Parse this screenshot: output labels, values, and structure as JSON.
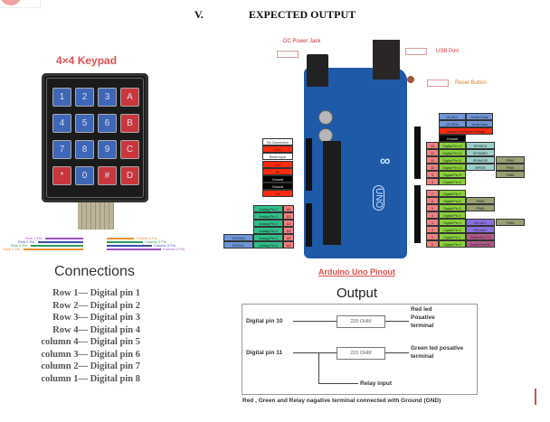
{
  "section": {
    "number": "V.",
    "title": "EXPECTED OUTPUT"
  },
  "keypad": {
    "title": "4×4 Keypad",
    "keys": [
      {
        "label": "1",
        "color": "blue"
      },
      {
        "label": "2",
        "color": "blue"
      },
      {
        "label": "3",
        "color": "blue"
      },
      {
        "label": "A",
        "color": "red"
      },
      {
        "label": "4",
        "color": "blue"
      },
      {
        "label": "5",
        "color": "blue"
      },
      {
        "label": "6",
        "color": "blue"
      },
      {
        "label": "B",
        "color": "red"
      },
      {
        "label": "7",
        "color": "blue"
      },
      {
        "label": "8",
        "color": "blue"
      },
      {
        "label": "9",
        "color": "blue"
      },
      {
        "label": "C",
        "color": "red"
      },
      {
        "label": "*",
        "color": "red"
      },
      {
        "label": "0",
        "color": "blue"
      },
      {
        "label": "#",
        "color": "red"
      },
      {
        "label": "D",
        "color": "red"
      }
    ],
    "wires": [
      {
        "label": "Row 1 Pin",
        "color": "#a050c0",
        "side": "left"
      },
      {
        "label": "Row 2 Pin",
        "color": "#3a4fb0",
        "side": "left"
      },
      {
        "label": "Row 3 Pin",
        "color": "#2aa060",
        "side": "left"
      },
      {
        "label": "Row 4 Pin",
        "color": "#f0902a",
        "side": "left"
      },
      {
        "label": "Column 1 Pin",
        "color": "#f0902a",
        "side": "right"
      },
      {
        "label": "Column 2 Pin",
        "color": "#2aa060",
        "side": "right"
      },
      {
        "label": "Column 3 Pin",
        "color": "#3a4fb0",
        "side": "right"
      },
      {
        "label": "Column 4 Pin",
        "color": "#a050c0",
        "side": "right"
      }
    ]
  },
  "connections": {
    "title": "Connections",
    "items": [
      "Row 1— Digital pin 1",
      "Row 2— Digital pin 2",
      "Row 3— Digital pin 3",
      "Row 4— Digital pin 4",
      "column 4— Digital pin 5",
      "column 3— Digital pin 6",
      "column 2— Digital pin 7",
      "column 1— Digital pin 8"
    ]
  },
  "arduino": {
    "callouts": {
      "dc_jack": "DC Power Jack",
      "usb": "USB Port",
      "reset": "Reset Button"
    },
    "logo": "∞",
    "model": "UNO",
    "caption": "Arduino Uno Pinout",
    "power_pins": [
      {
        "label": "No Connection",
        "color": "#ffffff"
      },
      {
        "label": "3.3V",
        "color": "#ff2a10"
      },
      {
        "label": "Reset Input",
        "color": "#ffffff"
      },
      {
        "label": "3.3V",
        "color": "#ff2a10"
      },
      {
        "label": "5V",
        "color": "#ff2a10"
      },
      {
        "label": "Ground",
        "color": "#000000"
      },
      {
        "label": "Ground",
        "color": "#000000"
      },
      {
        "label": "Vin",
        "color": "#ff2a10"
      }
    ],
    "analog_pins": [
      {
        "name": "Analog Pin 0",
        "pin": "A0",
        "extra": ""
      },
      {
        "name": "Analog Pin 1",
        "pin": "A1",
        "extra": ""
      },
      {
        "name": "Analog Pin 2",
        "pin": "A2",
        "extra": ""
      },
      {
        "name": "Analog Pin 3",
        "pin": "A3",
        "extra": ""
      },
      {
        "name": "Analog Pin 4",
        "pin": "A4",
        "extra": "I2C/SDA"
      },
      {
        "name": "Analog Pin 5",
        "pin": "A5",
        "extra": "I2C/SCL"
      }
    ],
    "top_right_pins": [
      {
        "a": "I2C/SCL",
        "b": "Serial Clock",
        "color": "#6f95d8"
      },
      {
        "a": "I2C/SDA",
        "b": "Serial Data",
        "color": "#6f95d8"
      },
      {
        "a": "Analog Reference Voltage",
        "b": "",
        "color": "#ff2a10"
      },
      {
        "a": "Ground",
        "b": "",
        "color": "#000000"
      }
    ],
    "digital_pins": [
      {
        "pin": "13",
        "name": "Digital Pin 13",
        "func": "SPI/SCK",
        "pwm": ""
      },
      {
        "pin": "12",
        "name": "Digital Pin 12",
        "func": "SPI/MISO",
        "pwm": ""
      },
      {
        "pin": "11",
        "name": "Digital Pin 11",
        "func": "SPI/MOSI",
        "pwm": "PWM"
      },
      {
        "pin": "10",
        "name": "Digital Pin 10",
        "func": "SPI/SS",
        "pwm": "PWM"
      },
      {
        "pin": "9",
        "name": "Digital Pin 9",
        "func": "",
        "pwm": "PWM"
      },
      {
        "pin": "8",
        "name": "Digital Pin 8",
        "func": "",
        "pwm": ""
      },
      {
        "pin": "7",
        "name": "Digital Pin 7",
        "func": "",
        "pwm": ""
      },
      {
        "pin": "6",
        "name": "Digital Pin 6",
        "func": "PWM",
        "pwm": ""
      },
      {
        "pin": "5",
        "name": "Digital Pin 5",
        "func": "PWM",
        "pwm": ""
      },
      {
        "pin": "4",
        "name": "Digital Pin 4",
        "func": "",
        "pwm": ""
      },
      {
        "pin": "3",
        "name": "Digital Pin 3",
        "func": "Ext Int 1",
        "pwm": "PWM"
      },
      {
        "pin": "2",
        "name": "Digital Pin 2",
        "func": "Ext Int 0",
        "pwm": ""
      },
      {
        "pin": "1",
        "name": "Digital Pin 1",
        "func": "Serial Port TX",
        "pwm": ""
      },
      {
        "pin": "0",
        "name": "Digital Pin 0",
        "func": "Serial Port RX",
        "pwm": ""
      }
    ]
  },
  "output": {
    "title": "Output",
    "pin10": "Digital pin 10",
    "pin11": "Digital pin 11",
    "resistor1": "220 OHM",
    "resistor2": "220 OHM",
    "red_led": "Red led\nPosative\nterminal",
    "green_led": "Green led posative\nterminal",
    "relay": "Relay input",
    "note": "Red , Green and Relay nagative terminal connected with Ground (GND)"
  }
}
